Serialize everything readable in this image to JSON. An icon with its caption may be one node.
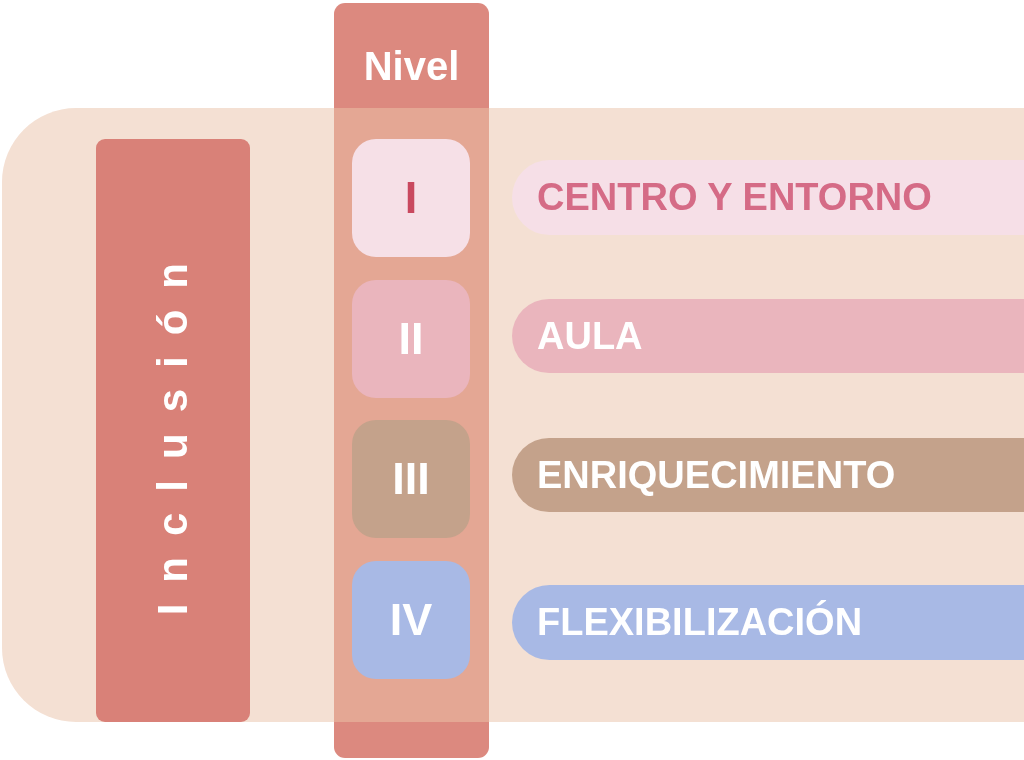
{
  "diagram": {
    "nodes": [
      {
        "text": [
          "Nivel"
        ]
      },
      {
        "text": [],
        "shape": "band"
      },
      {
        "text": [
          "Inclusión"
        ],
        "in": 1
      },
      {
        "text": [
          "I"
        ],
        "in": 0
      },
      {
        "text": [
          "CENTRO Y ENTORNO"
        ],
        "in": 1
      },
      {
        "text": [
          "II"
        ],
        "in": 0
      },
      {
        "text": [
          "AULA"
        ],
        "in": 1
      },
      {
        "text": [
          "III"
        ],
        "in": 0
      },
      {
        "text": [
          "ENRIQUECIMIENTO"
        ],
        "in": 1
      },
      {
        "text": [
          "IV"
        ],
        "in": 0
      },
      {
        "text": [
          "FLEXIBILIZACIÓN"
        ],
        "in": 1
      }
    ]
  }
}
